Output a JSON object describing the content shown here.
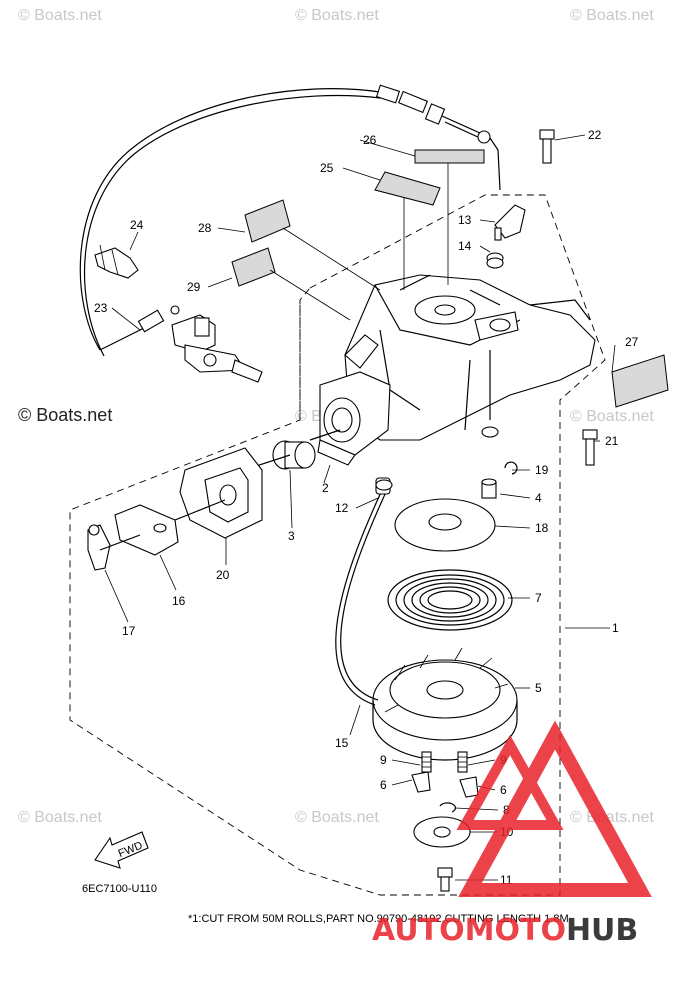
{
  "watermarks": {
    "top_left": "© Boats.net",
    "top_center": "© Boats.net",
    "top_right": "© Boats.net",
    "mid_left": "© Boats.net",
    "mid_center": "© Boats.net",
    "mid_right": "© Boats.net",
    "low_left": "© Boats.net",
    "low_center": "© Boats.net",
    "low_right": "© Boats.net"
  },
  "callouts": {
    "c1": "1",
    "c2": "2",
    "c3": "3",
    "c4": "4",
    "c5": "5",
    "c6a": "6",
    "c6b": "6",
    "c7": "7",
    "c8": "8",
    "c9a": "9",
    "c9b": "9",
    "c10": "10",
    "c11": "11",
    "c12": "12",
    "c13": "13",
    "c14": "14",
    "c15": "15",
    "c16": "16",
    "c17": "17",
    "c18": "18",
    "c19": "19",
    "c20": "20",
    "c21": "21",
    "c22": "22",
    "c23": "23",
    "c24": "24",
    "c25": "25",
    "c26": "26",
    "c27": "27",
    "c28": "28",
    "c29": "29"
  },
  "fwd_label": "FWD",
  "diagram_code": "6EC7100-U110",
  "footnote": "*1:CUT FROM 50M ROLLS,PART NO.90790-48192,CUTTING LENGTH 1.8M",
  "brand": {
    "part1": "AUTO",
    "part2": "MOTO",
    "part3": "HUB",
    "color_main": "#e8232a",
    "color_hub": "#1a1a1a"
  }
}
